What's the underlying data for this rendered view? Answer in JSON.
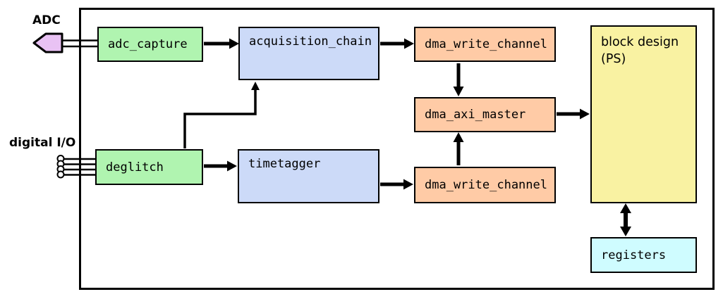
{
  "diagram": {
    "title_context": "FPGA data-acquisition block diagram",
    "labels": {
      "adc": "ADC",
      "digital_io": "digital I/O"
    },
    "blocks": {
      "adc_capture": {
        "label": "adc_capture"
      },
      "acquisition_chain": {
        "label": "acquisition_chain"
      },
      "dma_write_top": {
        "label": "dma_write_channel"
      },
      "dma_axi_master": {
        "label": "dma_axi_master"
      },
      "block_design": {
        "label_line1": "block design",
        "label_line2": "(PS)"
      },
      "deglitch": {
        "label": "deglitch"
      },
      "timetagger": {
        "label": "timetagger"
      },
      "dma_write_bottom": {
        "label": "dma_write_channel"
      },
      "registers": {
        "label": "registers"
      }
    },
    "colors": {
      "green": "#b0f4b0",
      "blue": "#ccdaf8",
      "salmon": "#ffcba6",
      "yellow": "#f9f2a2",
      "cyan": "#cffcff",
      "violet": "#e9c2f4",
      "line": "#000000"
    }
  }
}
